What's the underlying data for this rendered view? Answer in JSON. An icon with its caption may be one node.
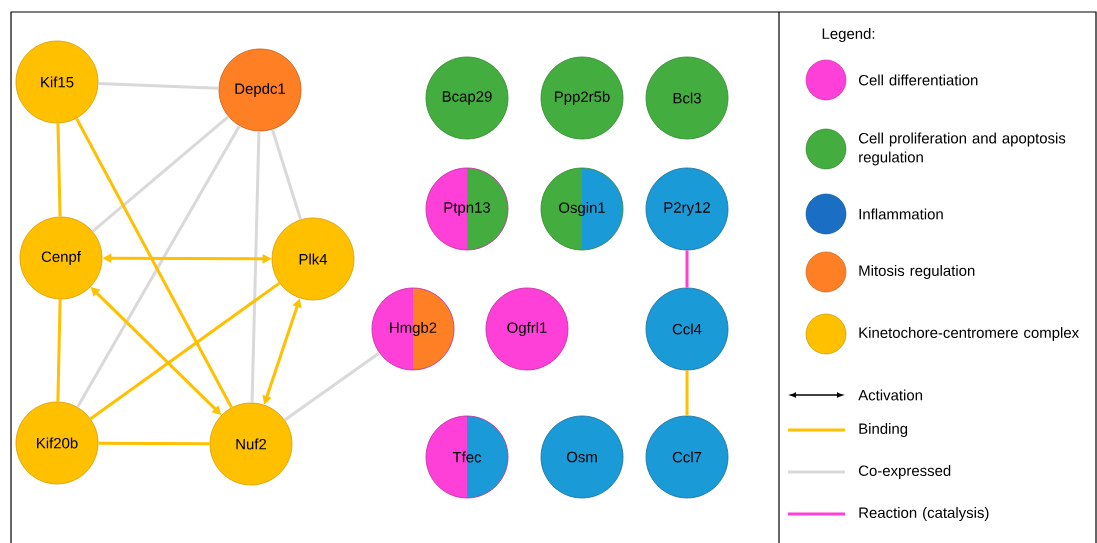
{
  "diagram": {
    "nodes": [
      {
        "text": [
          "Kif15"
        ]
      },
      {
        "text": [
          "Depdc1"
        ]
      },
      {
        "text": [
          "Cenpf"
        ]
      },
      {
        "text": [
          "Plk4"
        ]
      },
      {
        "text": [
          "Kif20b"
        ]
      },
      {
        "text": [
          "Nuf2"
        ]
      },
      {
        "text": [
          "Bcap29"
        ]
      },
      {
        "text": [
          "Ppp2r5b"
        ]
      },
      {
        "text": [
          "Bcl3"
        ]
      },
      {
        "text": [
          "Ptpn13"
        ]
      },
      {
        "text": [
          "Osgin1"
        ]
      },
      {
        "text": [
          "P2ry12"
        ]
      },
      {
        "text": [
          "Hmgb2"
        ]
      },
      {
        "text": [
          "Ogfrl1"
        ]
      },
      {
        "text": [
          "Ccl4"
        ]
      },
      {
        "text": [
          "Tfec"
        ]
      },
      {
        "text": [
          "Osm"
        ]
      },
      {
        "text": [
          "Ccl7"
        ]
      }
    ],
    "edges": [
      {
        "from": 0,
        "to": 1,
        "arrow": "none",
        "color": "#d9d9d9"
      },
      {
        "from": 1,
        "to": 2,
        "arrow": "none",
        "color": "#d9d9d9"
      },
      {
        "from": 1,
        "to": 4,
        "arrow": "none",
        "color": "#d9d9d9"
      },
      {
        "from": 1,
        "to": 5,
        "arrow": "none",
        "color": "#d9d9d9"
      },
      {
        "from": 1,
        "to": 3,
        "arrow": "none",
        "color": "#d9d9d9"
      },
      {
        "from": 5,
        "to": 12,
        "arrow": "none",
        "color": "#d9d9d9"
      },
      {
        "from": 0,
        "to": 2,
        "arrow": "none"
      },
      {
        "from": 0,
        "to": 5,
        "arrow": "none"
      },
      {
        "from": 2,
        "to": 3,
        "arrow": "both"
      },
      {
        "from": 2,
        "to": 5,
        "arrow": "both"
      },
      {
        "from": 2,
        "to": 4,
        "arrow": "none"
      },
      {
        "from": 3,
        "to": 4,
        "arrow": "none"
      },
      {
        "from": 3,
        "to": 5,
        "arrow": "both"
      },
      {
        "from": 4,
        "to": 5,
        "arrow": "none"
      },
      {
        "from": 11,
        "to": 14,
        "arrow": "none",
        "color": "#ff40d8"
      },
      {
        "from": 14,
        "to": 17,
        "arrow": "none"
      }
    ],
    "labels": [
      "Legend:"
    ],
    "legend": [
      {
        "text": "Cell differentiation",
        "color": "#ff40d8"
      },
      {
        "text": "Cell proliferation and apoptosis regulation",
        "color": "#44ad3f"
      },
      {
        "text": "Inflammation",
        "color": "#1a6fc4"
      },
      {
        "text": "Mitosis regulation",
        "color": "#ff7f24"
      },
      {
        "text": "Kinetochore-centromere complex",
        "color": "#ffc000"
      },
      {
        "text": "Activation"
      },
      {
        "text": "Binding"
      },
      {
        "text": "Co-expressed"
      },
      {
        "text": "Reaction (catalysis)"
      }
    ]
  }
}
